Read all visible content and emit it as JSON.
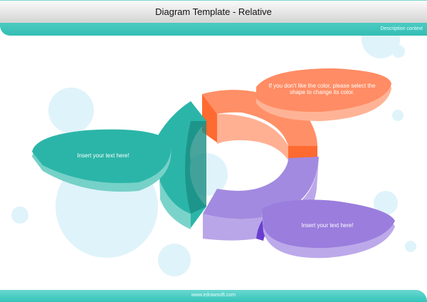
{
  "header": {
    "title": "Diagram Template - Relative",
    "description": "Description context"
  },
  "footer": {
    "url": "www.edrawsoft.com"
  },
  "callouts": [
    {
      "text": "If you don't like the color, please select the shape to change its color.",
      "color": "#ff8a60"
    },
    {
      "text": "Insert your text here!",
      "color": "#2bb5a8"
    },
    {
      "text": "Insert your text here!",
      "color": "#9b7ddc"
    }
  ]
}
